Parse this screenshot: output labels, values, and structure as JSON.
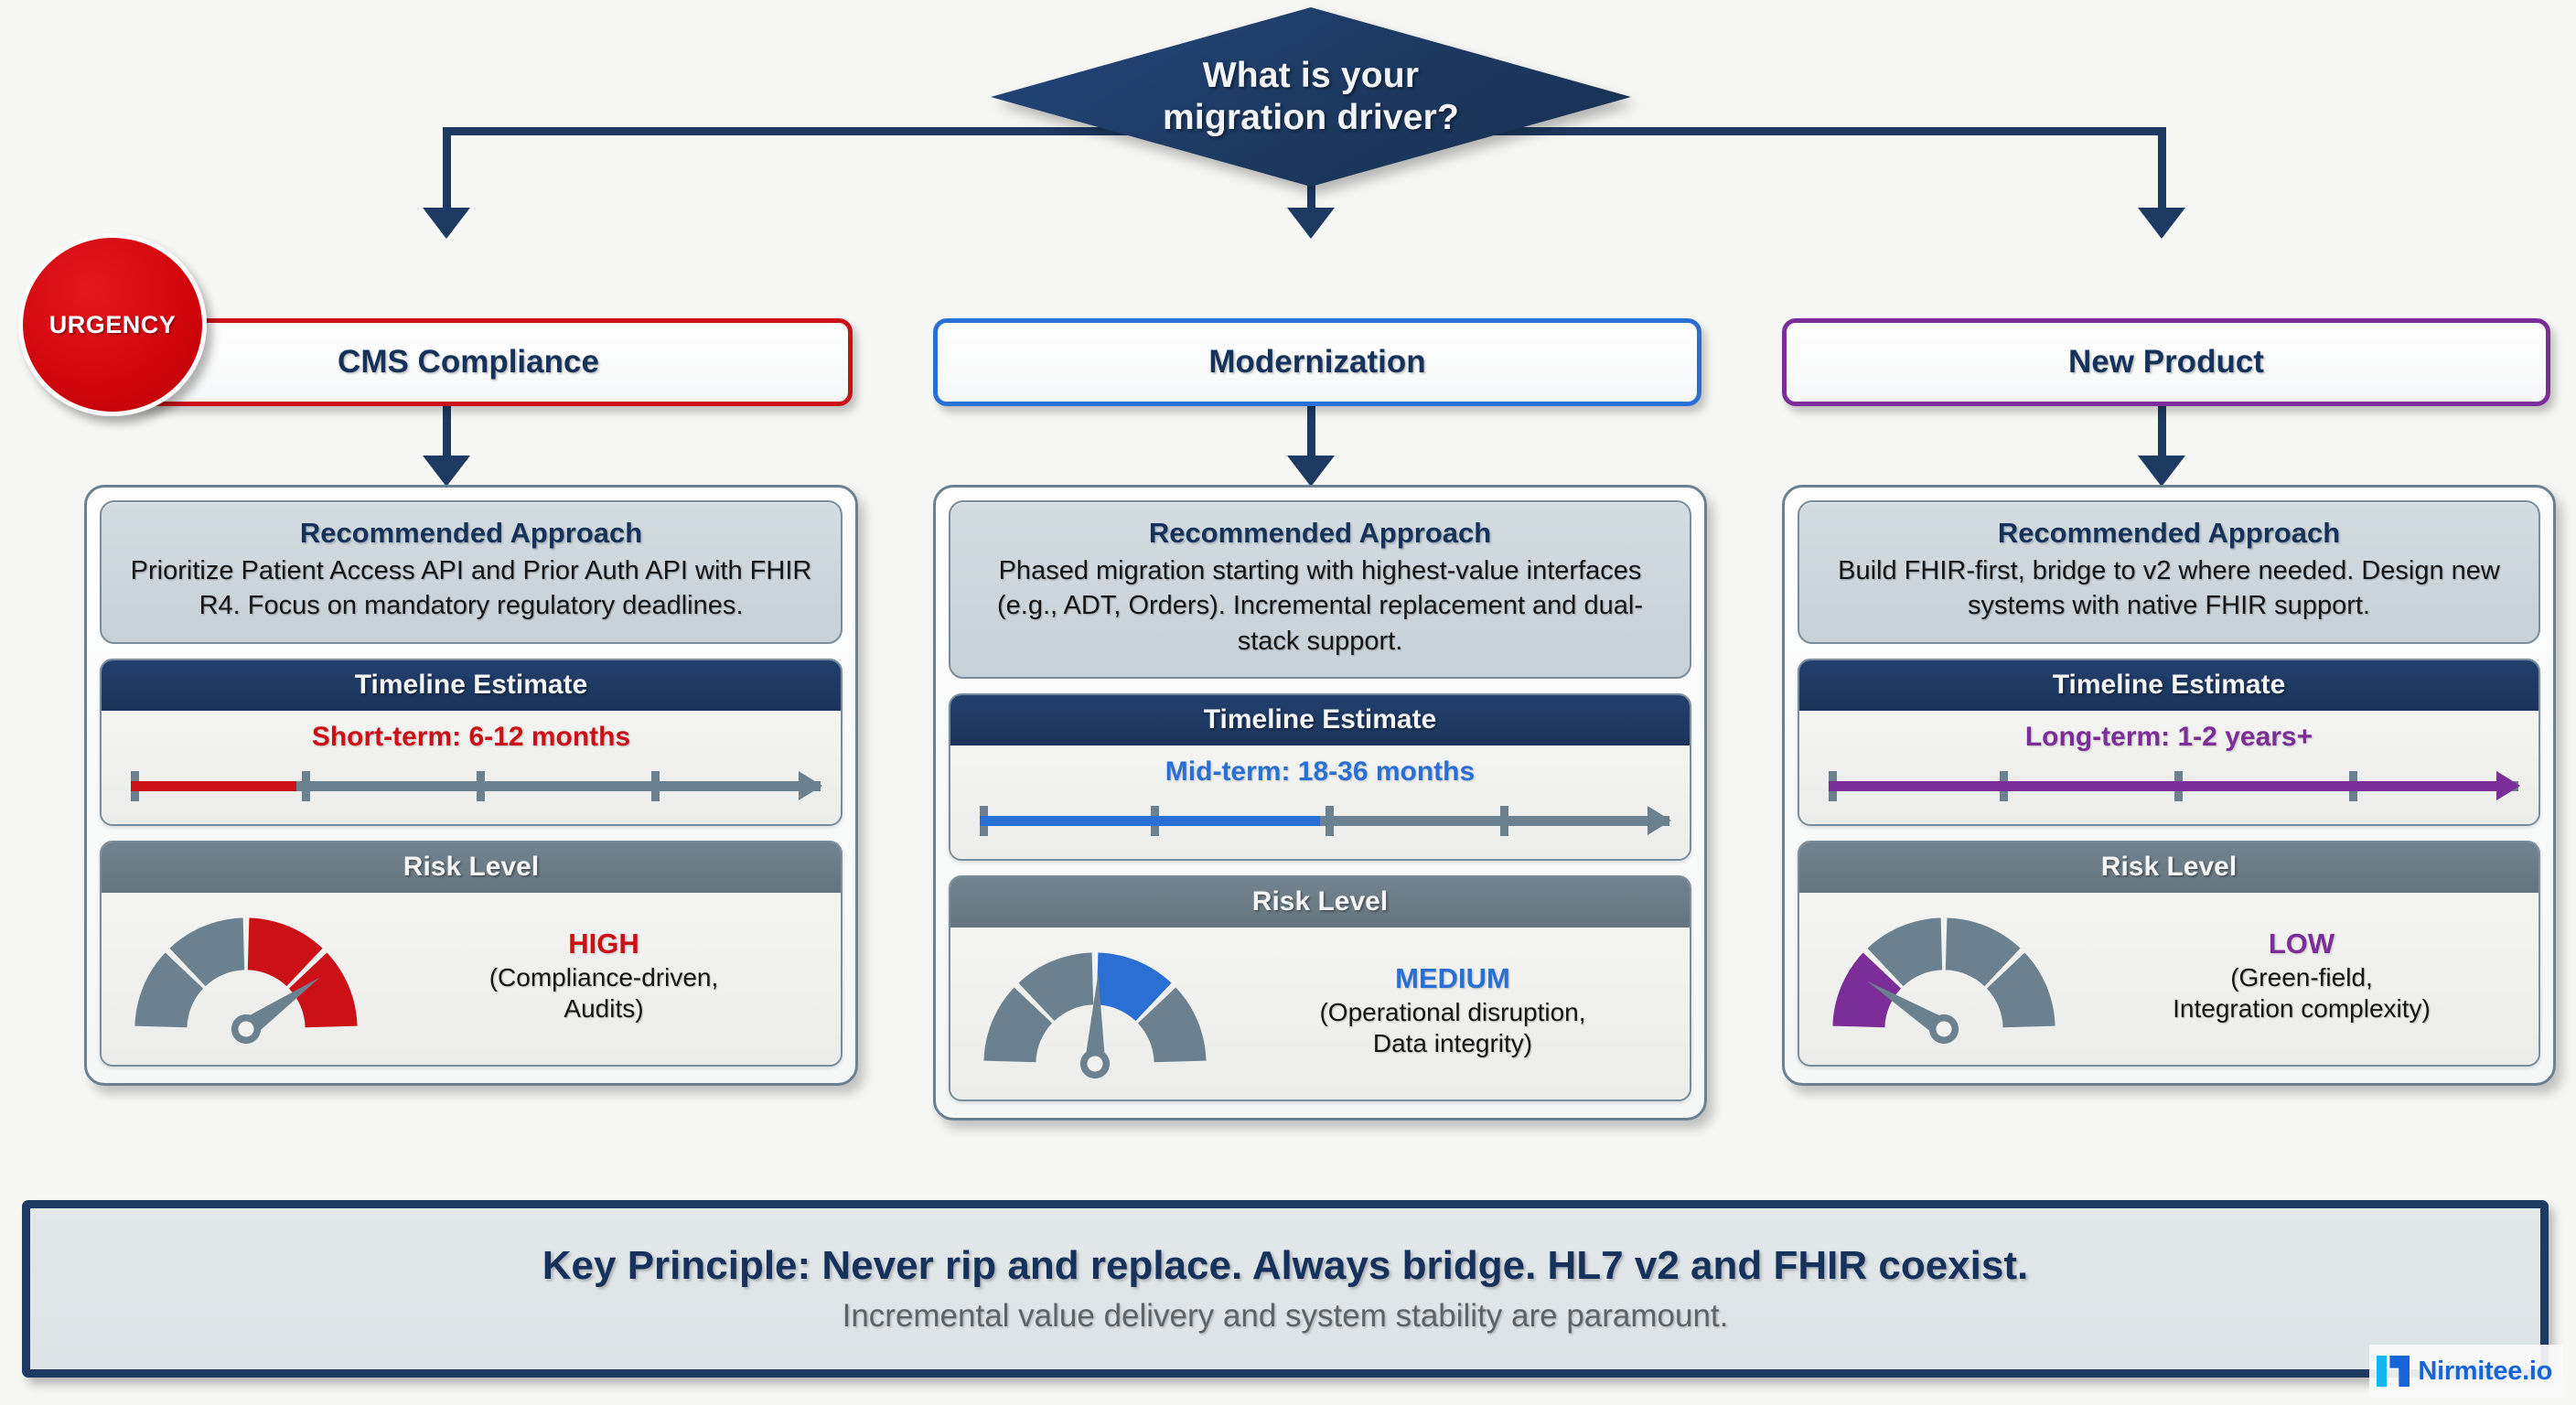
{
  "decision": {
    "question_line1": "What is your",
    "question_line2": "migration driver?"
  },
  "urgency_badge": {
    "label": "URGENCY"
  },
  "labels": {
    "approach_title": "Recommended Approach",
    "timeline_title": "Timeline Estimate",
    "risk_title": "Risk Level"
  },
  "colors": {
    "navy": "#1d3a63",
    "slate": "#6b8190",
    "red": "#cc1017",
    "blue": "#2a6fd4",
    "purple": "#7b2d98"
  },
  "branches": [
    {
      "driver": "CMS Compliance",
      "accent": "#cc1017",
      "approach": "Prioritize Patient Access API and Prior Auth API with FHIR R4. Focus on mandatory regulatory deadlines.",
      "timeline_label": "Short-term: 6-12 months",
      "timeline_fill_pct": 25,
      "risk_level": "HIGH",
      "risk_detail_line1": "(Compliance-driven,",
      "risk_detail_line2": "Audits)",
      "gauge_segments_filled": [
        false,
        false,
        true,
        true
      ],
      "gauge_needle_deg": 55
    },
    {
      "driver": "Modernization",
      "accent": "#2a6fd4",
      "approach": "Phased migration starting with highest-value interfaces (e.g., ADT, Orders). Incremental replacement and dual-stack support.",
      "timeline_label": "Mid-term: 18-36 months",
      "timeline_fill_pct": 50,
      "risk_level": "MEDIUM",
      "risk_detail_line1": "(Operational disruption,",
      "risk_detail_line2": "Data integrity)",
      "gauge_segments_filled": [
        false,
        false,
        true,
        false
      ],
      "gauge_needle_deg": 2
    },
    {
      "driver": "New Product",
      "accent": "#7b2d98",
      "approach": "Build FHIR-first, bridge to v2 where needed. Design new systems with native FHIR support.",
      "timeline_label": "Long-term: 1-2 years+",
      "timeline_fill_pct": 100,
      "risk_level": "LOW",
      "risk_detail_line1": "(Green-field,",
      "risk_detail_line2": "Integration complexity)",
      "gauge_segments_filled": [
        true,
        false,
        false,
        false
      ],
      "gauge_needle_deg": -58
    }
  ],
  "footer": {
    "main": "Key Principle: Never rip and replace. Always bridge. HL7 v2 and FHIR coexist.",
    "sub": "Incremental value delivery and system stability are paramount."
  },
  "logo": {
    "text": "Nirmitee.io"
  }
}
